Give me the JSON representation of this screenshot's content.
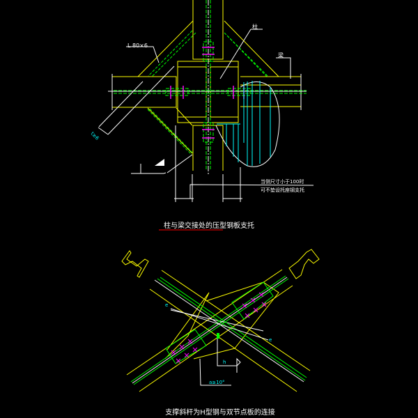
{
  "top_detail": {
    "title": "柱与梁交接处的压型钢板支托",
    "angle_label": "L 80×6",
    "column_label": "柱",
    "beam_label": "梁",
    "thickness_label": "t≥6",
    "note_line1": "当侧尺寸小于100时",
    "note_line2": "可不垫设托座钢支托"
  },
  "bottom_detail": {
    "title": "支撑斜杆为H型钢与双节点板的连接",
    "angle_label": "a≥10°",
    "weld_label": "h",
    "dim_label_left": "e",
    "dim_label_right": "e"
  },
  "colors": {
    "yellow": "#ffff00",
    "green": "#00ff00",
    "cyan": "#00ffff",
    "magenta": "#ff00ff",
    "white": "#ffffff"
  }
}
